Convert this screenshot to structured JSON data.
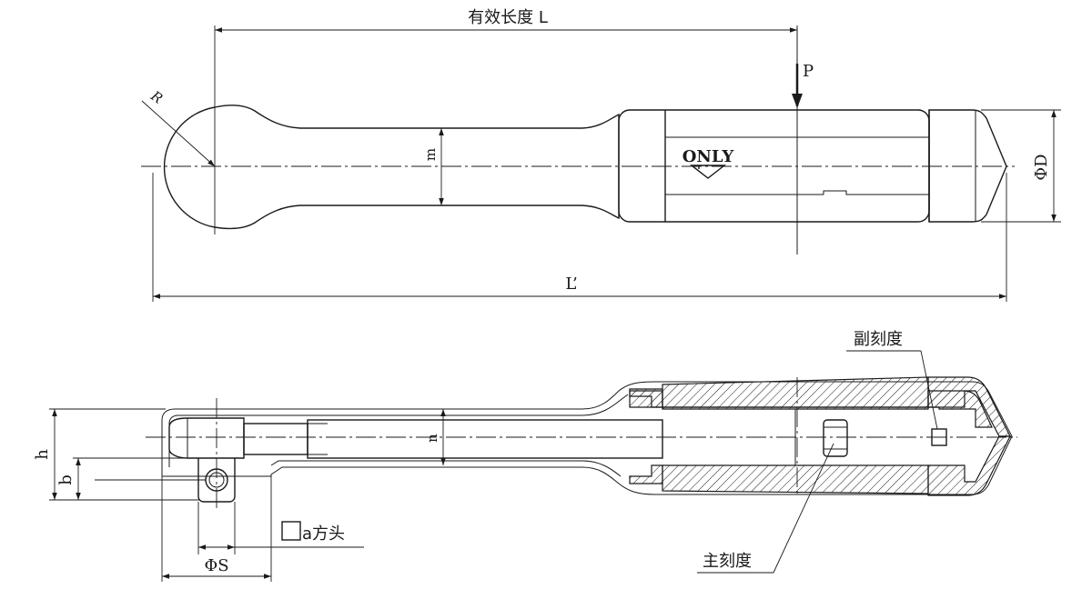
{
  "labels": {
    "effective_length": "有效长度 L",
    "load_point": "P",
    "radius": "R",
    "handle_dim_m": "m",
    "grip_diameter": "ΦD",
    "only_mark": "ONLY",
    "total_length": "L’",
    "secondary_scale": "副刻度",
    "primary_scale": "主刻度",
    "height_h": "h",
    "height_b": "b",
    "handle_dim_n": "n",
    "square_drive": "a方头",
    "shaft_diameter": "ΦS"
  }
}
